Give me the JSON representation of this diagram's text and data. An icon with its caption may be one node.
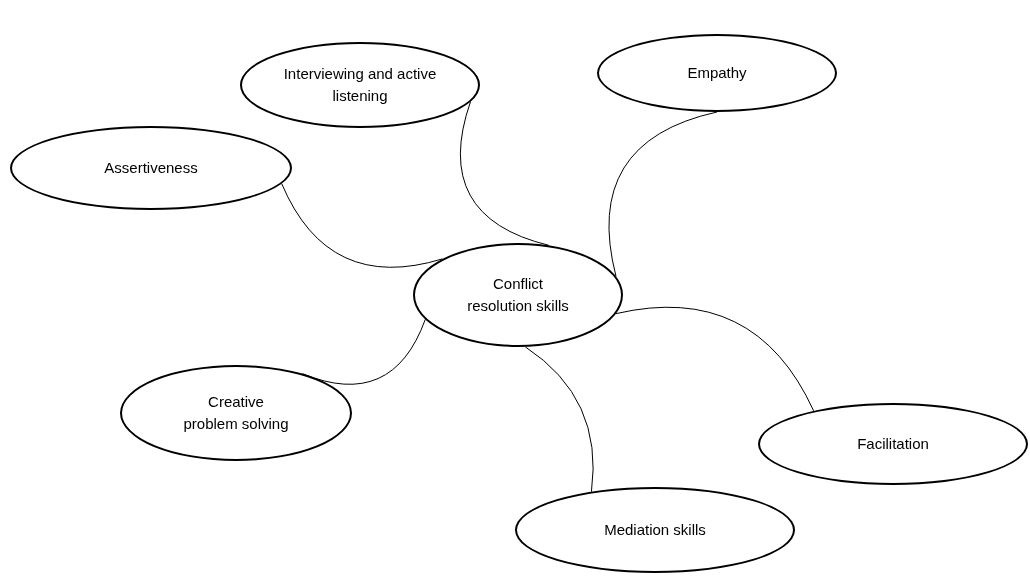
{
  "diagram": {
    "nodes": [
      {
        "text": [
          "Conflict resolution skills"
        ]
      },
      {
        "text": [
          "Interviewing and active listening"
        ]
      },
      {
        "text": [
          "Empathy"
        ]
      },
      {
        "text": [
          "Assertiveness"
        ]
      },
      {
        "text": [
          "Facilitation"
        ]
      },
      {
        "text": [
          "Creative problem solving"
        ]
      },
      {
        "text": [
          "Mediation skills"
        ]
      }
    ],
    "edges": [
      {
        "from": 0,
        "to": 1,
        "arrow": "none"
      },
      {
        "from": 0,
        "to": 2,
        "arrow": "none"
      },
      {
        "from": 0,
        "to": 3,
        "arrow": "none"
      },
      {
        "from": 0,
        "to": 4,
        "arrow": "none"
      },
      {
        "from": 0,
        "to": 5,
        "arrow": "none"
      },
      {
        "from": 0,
        "to": 6,
        "arrow": "none"
      }
    ]
  }
}
